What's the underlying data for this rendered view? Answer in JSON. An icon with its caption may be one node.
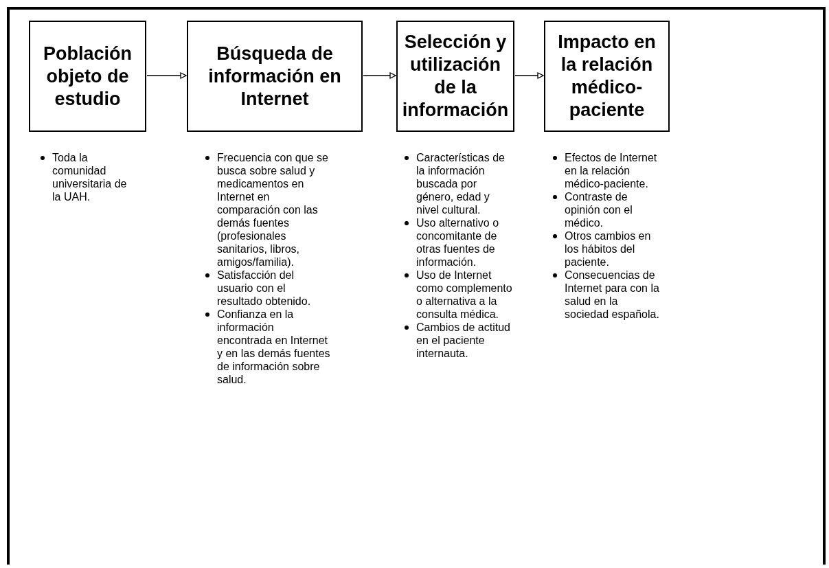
{
  "diagram": {
    "nodes": [
      {
        "text": [
          "Población objeto de estudio"
        ],
        "beside": [
          "Toda la comunidad universitaria de la UAH."
        ]
      },
      {
        "text": [
          "Búsqueda de información en Internet"
        ],
        "beside": [
          "Frecuencia con que se busca sobre salud y medicamentos en Internet en comparación con las demás fuentes (profesionales sanitarios, libros, amigos/familia).",
          "Satisfacción del usuario con el resultado obtenido.",
          "Confianza en la información encontrada en Internet y en las demás fuentes de información sobre salud."
        ]
      },
      {
        "text": [
          "Selección y utilización de la información"
        ],
        "beside": [
          "Características de la información buscada por género, edad y nivel cultural.",
          "Uso alternativo o concomitante de otras fuentes de información.",
          "Uso de Internet como complemento o alternativa a la consulta médica.",
          "Cambios de actitud en el paciente internauta."
        ]
      },
      {
        "text": [
          "Impacto en la relación médico-paciente"
        ],
        "beside": [
          "Efectos de Internet en la relación médico-paciente.",
          "Contraste de opinión con el médico.",
          "Otros cambios en los hábitos del paciente.",
          "Consecuencias de Internet para con la salud en la sociedad española."
        ]
      }
    ],
    "edges": [
      {
        "from": 0,
        "to": 1,
        "arrow": "to"
      },
      {
        "from": 1,
        "to": 2,
        "arrow": "to"
      },
      {
        "from": 2,
        "to": 3,
        "arrow": "to"
      }
    ]
  }
}
